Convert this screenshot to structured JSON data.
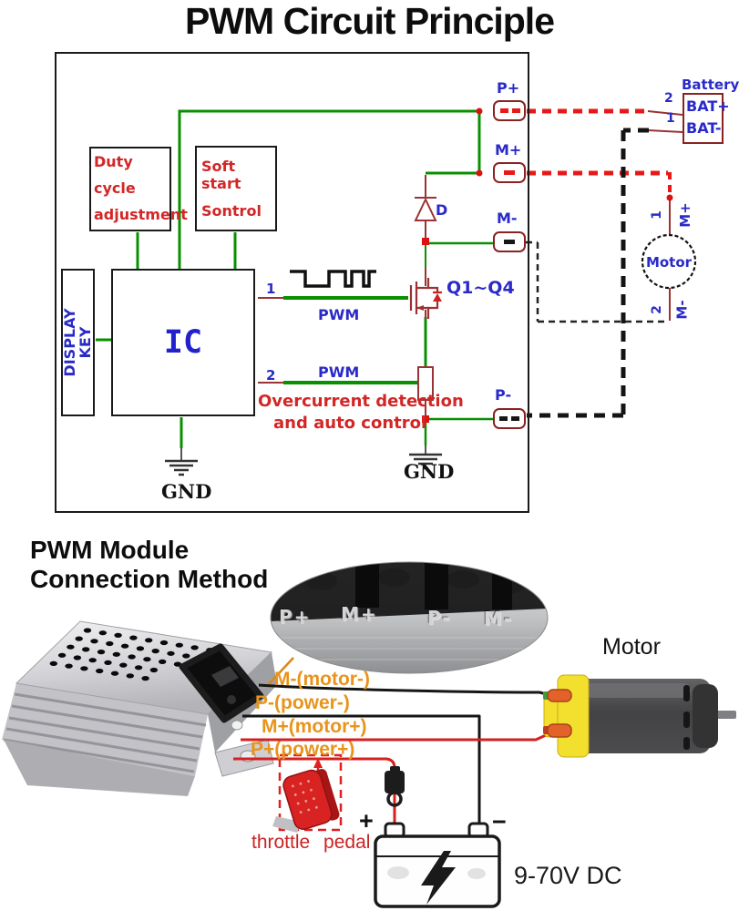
{
  "title": "PWM Circuit Principle",
  "schematic": {
    "duty_cycle": {
      "line1": "Duty cycle",
      "line2": "adjustment"
    },
    "soft_start": {
      "line1": "Soft start",
      "line2": "Sontrol"
    },
    "display_key": {
      "line1": "DISPLAY",
      "line2": "KEY"
    },
    "ic_label": "IC",
    "pin1": "1",
    "pin2": "2",
    "pwm_label_1": "PWM",
    "pwm_label_2": "PWM",
    "mosfet_label": "Q1~Q4",
    "diode_label": "D",
    "overcurrent_line1": "Overcurrent detection",
    "overcurrent_line2": "and auto control",
    "gnd_left": "GND",
    "gnd_right": "GND",
    "terminals": {
      "p_plus": "P+",
      "m_plus": "M+",
      "m_minus": "M-",
      "p_minus": "P-"
    },
    "battery": {
      "title": "Battery",
      "pin2": "2",
      "pin1": "1",
      "bat_plus": "BAT+",
      "bat_minus": "BAT-"
    },
    "motor": {
      "label": "Motor",
      "pin1": "1",
      "pin1_name": "M+",
      "pin2": "2",
      "pin2_name": "M-"
    }
  },
  "connection": {
    "heading_line1": "PWM Module",
    "heading_line2": "Connection Method",
    "stamped": {
      "p_plus": "P+",
      "m_plus": "M+",
      "p_minus": "P-",
      "m_minus": "M-"
    },
    "wire_labels": {
      "m_minus": "M-(motor-)",
      "p_minus": "P-(power-)",
      "m_plus": "M+(motor+)",
      "p_plus": "P+(power+)"
    },
    "throttle": "throttle pedal",
    "motor_label": "Motor",
    "battery": {
      "plus": "+",
      "minus": "−",
      "voltage": "9-70V DC"
    }
  },
  "colors": {
    "wire_green": "#089000",
    "dashed_red": "#e81818",
    "component_brown": "#9a3333",
    "label_blue": "#2a2ac8",
    "schematic_red": "#d32626",
    "orange_label": "#e8941c"
  }
}
